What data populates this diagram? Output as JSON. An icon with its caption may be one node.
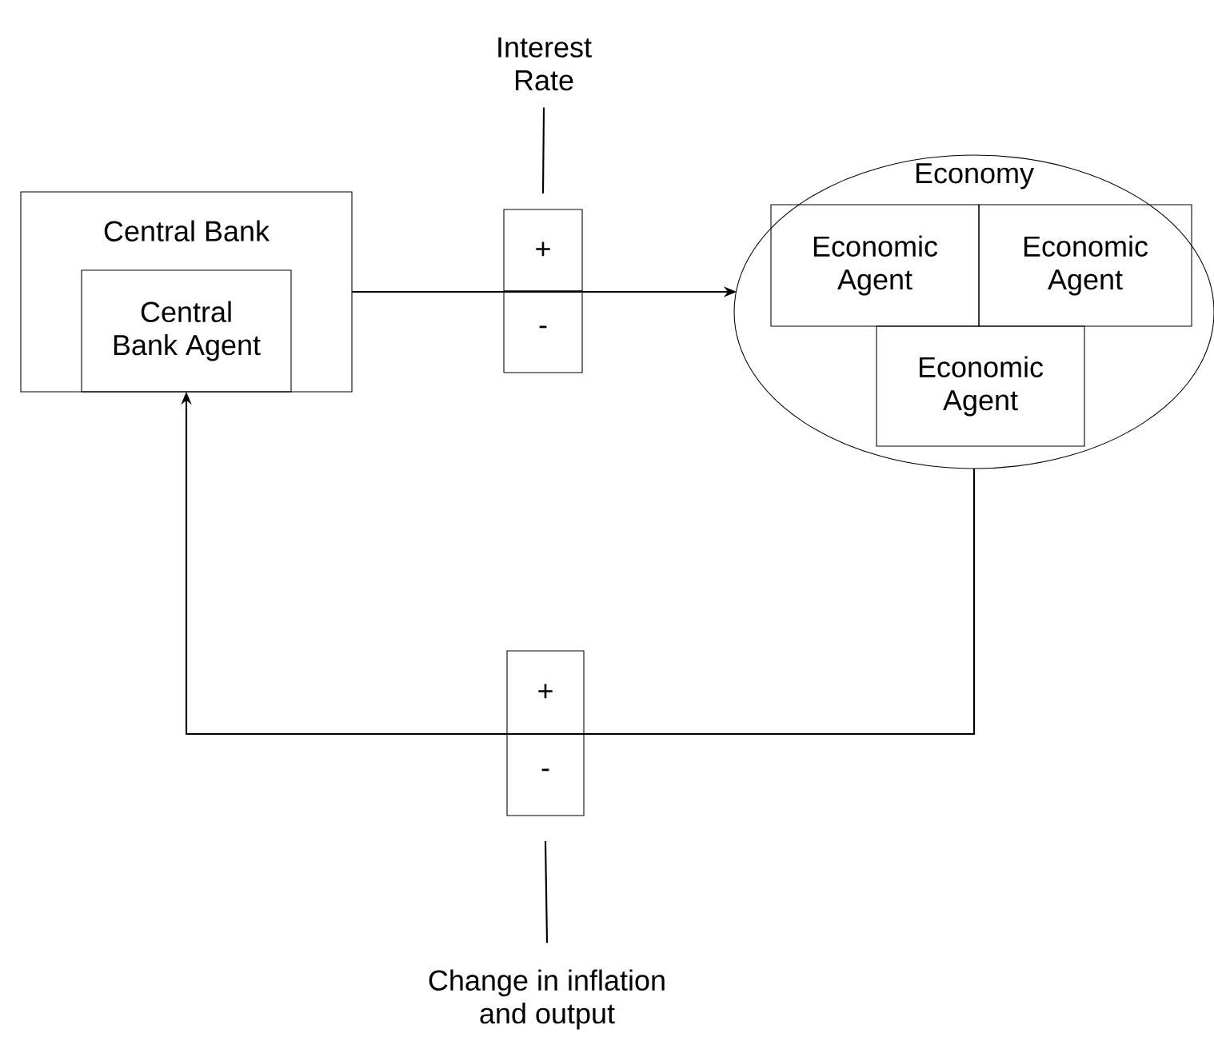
{
  "diagram": {
    "nodes": [
      {
        "text": [
          "Central Bank"
        ]
      },
      {
        "text": [
          "Central Bank Agent"
        ],
        "in": 0
      },
      {
        "text": [
          "+"
        ]
      },
      {
        "text": [
          "-"
        ]
      },
      {
        "text": [
          "Interest Rate"
        ]
      },
      {
        "text": [
          "Economy"
        ]
      },
      {
        "text": [
          "Economic Agent"
        ],
        "in": 5
      },
      {
        "text": [
          "Economic Agent"
        ],
        "in": 5
      },
      {
        "text": [
          "Economic Agent"
        ],
        "in": 5
      },
      {
        "text": [
          "+"
        ]
      },
      {
        "text": [
          "-"
        ]
      },
      {
        "text": [
          "Change in inflation and output"
        ]
      }
    ],
    "edges": [
      {
        "from": 0,
        "to": 5,
        "arrow": "to"
      },
      {
        "from": 5,
        "to": 1,
        "arrow": "to"
      },
      {
        "from": 4,
        "to": 2,
        "arrow": "none"
      },
      {
        "from": 11,
        "to": 10,
        "arrow": "none"
      }
    ]
  }
}
